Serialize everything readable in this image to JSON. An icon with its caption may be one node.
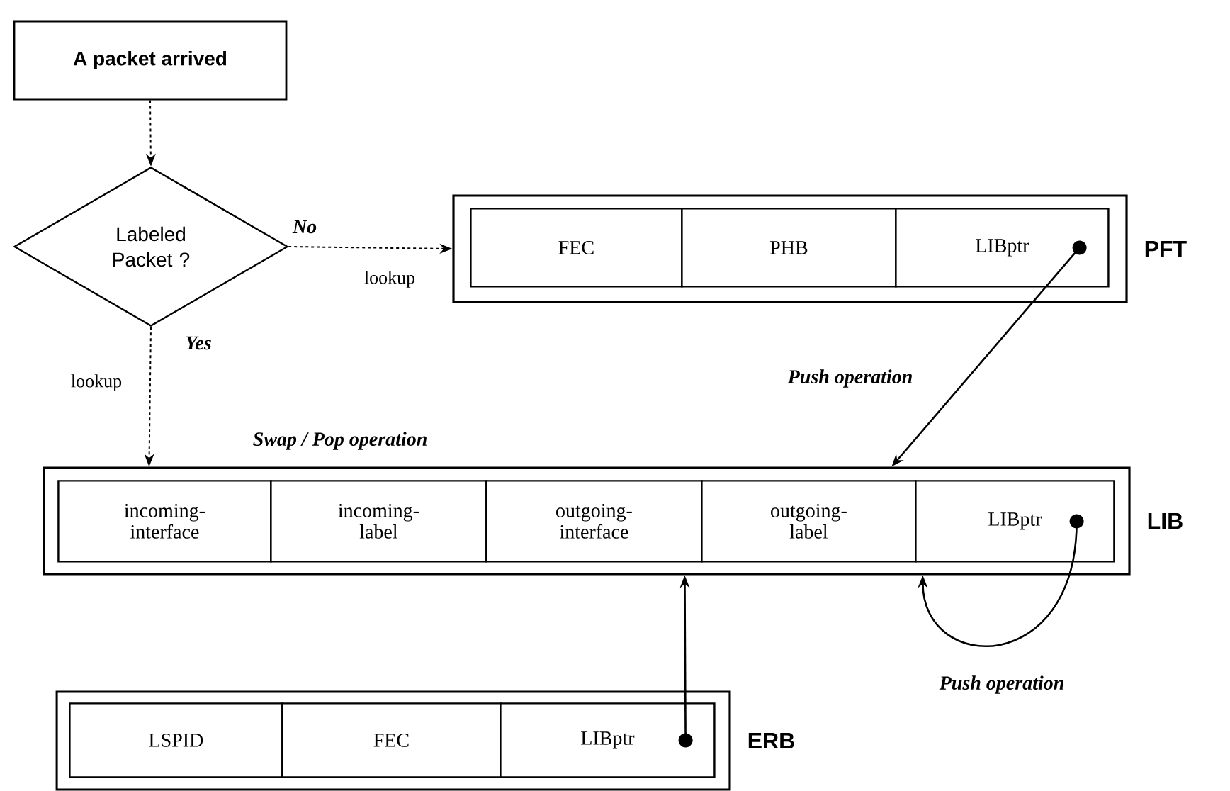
{
  "diagram": {
    "nodes": [
      {
        "text": [
          "A packet arrived"
        ]
      },
      {
        "text": [
          "Labeled Packet ?"
        ]
      },
      {
        "text": [
          "PFT"
        ]
      },
      {
        "text": [
          "FEC"
        ],
        "in": 2
      },
      {
        "text": [
          "PHB"
        ],
        "in": 2
      },
      {
        "text": [
          "LIBptr"
        ],
        "in": 2
      },
      {
        "text": [
          "LIB"
        ]
      },
      {
        "text": [
          "incoming-interface"
        ],
        "in": 6
      },
      {
        "text": [
          "incoming-label"
        ],
        "in": 6
      },
      {
        "text": [
          "outgoing-interface"
        ],
        "in": 6
      },
      {
        "text": [
          "outgoing-label"
        ],
        "in": 6
      },
      {
        "text": [
          "LIBptr"
        ],
        "in": 6
      },
      {
        "text": [
          "ERB"
        ]
      },
      {
        "text": [
          "LSPID"
        ],
        "in": 12
      },
      {
        "text": [
          "FEC"
        ],
        "in": 12
      },
      {
        "text": [
          "LIBptr"
        ],
        "in": 12
      }
    ],
    "edges": [
      {
        "from": 0,
        "to": 1,
        "arrow": "to",
        "style": "dashed"
      },
      {
        "from": 1,
        "to": 2,
        "arrow": "to",
        "style": "dashed",
        "label": "lookup"
      },
      {
        "from": 1,
        "to": 6,
        "arrow": "to",
        "style": "dashed",
        "label": "lookup"
      },
      {
        "from": 5,
        "to": 6,
        "arrow": "to",
        "label": "Push operation"
      },
      {
        "from": 11,
        "to": 6,
        "arrow": "to",
        "label": "Push operation"
      },
      {
        "from": 15,
        "to": 6,
        "arrow": "to"
      }
    ],
    "labels": [
      "No",
      "Yes",
      "Swap / Pop operation"
    ]
  }
}
